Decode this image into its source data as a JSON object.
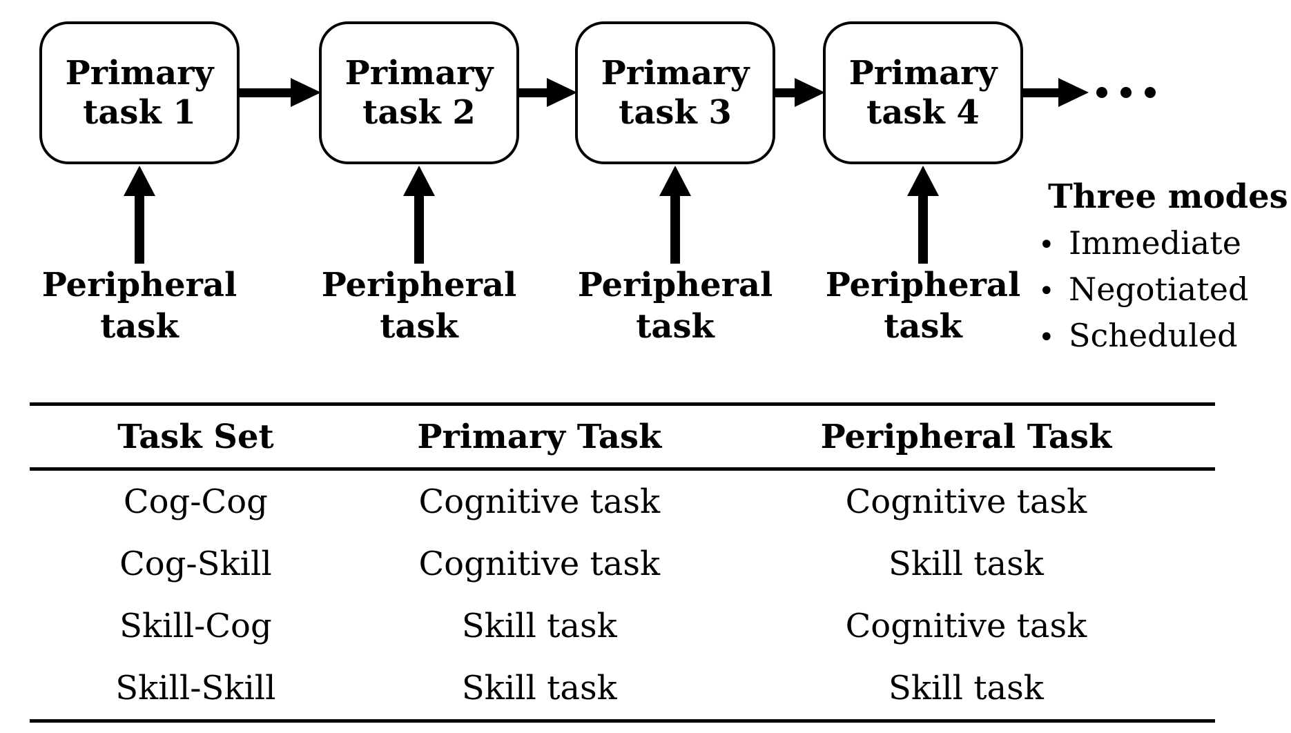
{
  "figure": {
    "flow": {
      "boxes": [
        "Primary\ntask 1",
        "Primary\ntask 2",
        "Primary\ntask 3",
        "Primary\ntask 4"
      ],
      "peripheral_label": "Peripheral\ntask"
    },
    "modes": {
      "title": "Three modes",
      "bullet": "•",
      "items": [
        "Immediate",
        "Negotiated",
        "Scheduled"
      ]
    },
    "table": {
      "headers": [
        "Task Set",
        "Primary Task",
        "Peripheral Task"
      ],
      "rows": [
        [
          "Cog-Cog",
          "Cognitive task",
          "Cognitive task"
        ],
        [
          "Cog-Skill",
          "Cognitive task",
          "Skill task"
        ],
        [
          "Skill-Cog",
          "Skill task",
          "Cognitive task"
        ],
        [
          "Skill-Skill",
          "Skill task",
          "Skill task"
        ]
      ]
    }
  }
}
